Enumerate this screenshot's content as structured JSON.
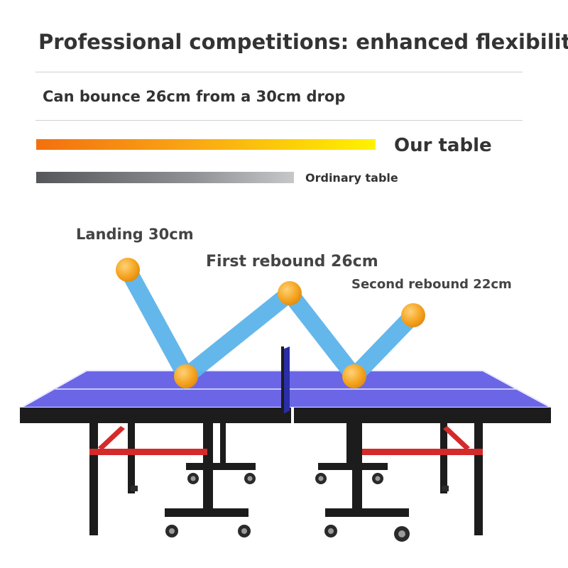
{
  "headline": "Professional competitions: enhanced flexibility",
  "subline": "Can bounce 26cm from a 30cm drop",
  "comparison": {
    "our_table": {
      "label": "Our table",
      "relative_bounce": 1.0
    },
    "ordinary_table": {
      "label": "Ordinary table",
      "relative_bounce": 0.76
    }
  },
  "annotations": {
    "landing": "Landing 30cm",
    "first_rebound": "First rebound 26cm",
    "second_rebound": "Second rebound 22cm"
  },
  "colors": {
    "table_top": "#6b66e6",
    "table_edge": "#1c1c1c",
    "ball": "#f5a623",
    "trajectory": "#5cb3ea",
    "brace": "#d42a2a",
    "bar_our_start": "#f2700f",
    "bar_our_end": "#fff200",
    "bar_ordinary_start": "#55575a",
    "bar_ordinary_end": "#c6c7c9"
  },
  "icons": [
    "ping-pong-ball-icon",
    "table-tennis-table-icon",
    "net-icon",
    "caster-wheel-icon"
  ]
}
